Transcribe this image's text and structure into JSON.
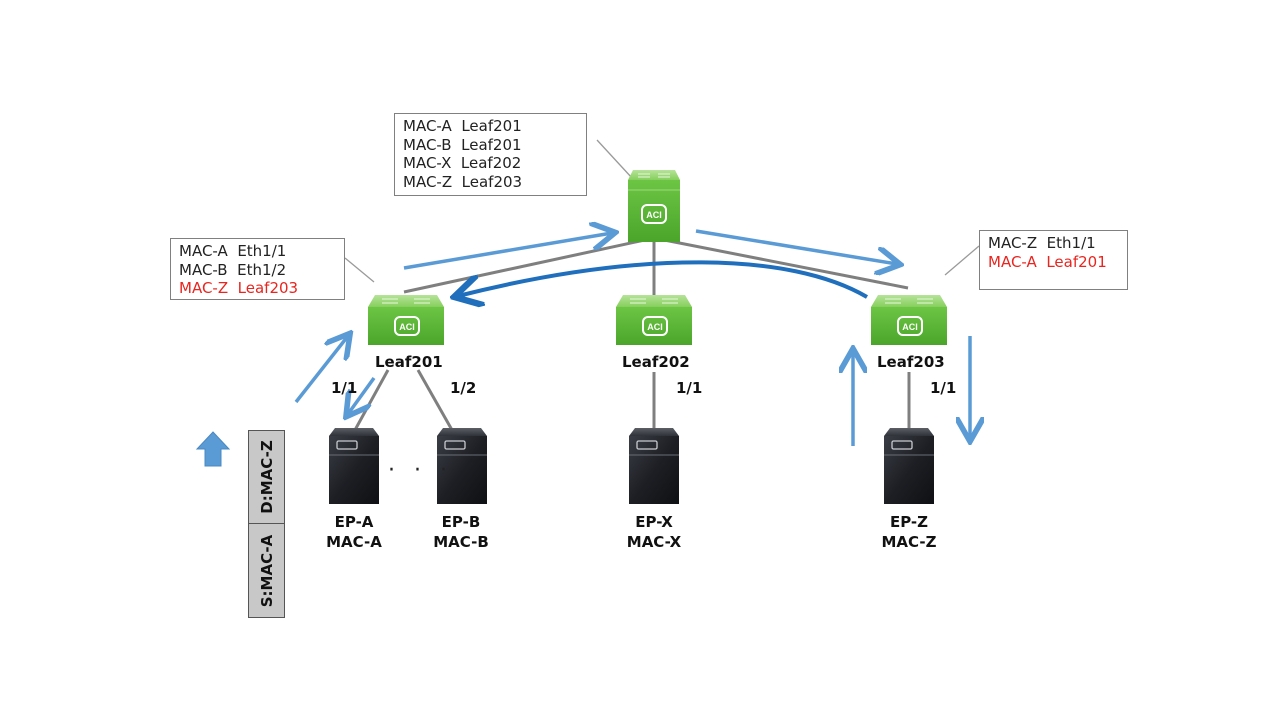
{
  "spine_table": {
    "rows": [
      {
        "mac": "MAC-A",
        "loc": "Leaf201",
        "color": "#222222"
      },
      {
        "mac": "MAC-B",
        "loc": "Leaf201",
        "color": "#222222"
      },
      {
        "mac": "MAC-X",
        "loc": "Leaf202",
        "color": "#222222"
      },
      {
        "mac": "MAC-Z",
        "loc": "Leaf203",
        "color": "#222222"
      }
    ]
  },
  "leaf201_table": {
    "rows": [
      {
        "mac": "MAC-A",
        "loc": "Eth1/1",
        "color": "#222222"
      },
      {
        "mac": "MAC-B",
        "loc": "Eth1/2",
        "color": "#222222"
      },
      {
        "mac": "MAC-Z",
        "loc": "Leaf203",
        "color": "#e8251f"
      }
    ]
  },
  "leaf203_table": {
    "rows": [
      {
        "mac": "MAC-Z",
        "loc": "Eth1/1",
        "color": "#222222"
      },
      {
        "mac": "MAC-A",
        "loc": "Leaf201",
        "color": "#e8251f"
      }
    ]
  },
  "switch_badge": "ACI",
  "leaves": [
    "Leaf201",
    "Leaf202",
    "Leaf203"
  ],
  "ports": {
    "leaf201_a": "1/1",
    "leaf201_b": "1/2",
    "leaf202": "1/1",
    "leaf203": "1/1"
  },
  "endpoints": [
    {
      "name": "EP-A",
      "mac": "MAC-A"
    },
    {
      "name": "EP-B",
      "mac": "MAC-B"
    },
    {
      "name": "EP-X",
      "mac": "MAC-X"
    },
    {
      "name": "EP-Z",
      "mac": "MAC-Z"
    }
  ],
  "ellipsis": "· · ·",
  "frame": {
    "dst": "D:MAC-Z",
    "src": "S:MAC-A"
  },
  "colors": {
    "switch_green": "#6cc04a",
    "arrow_light": "#5b9bd5",
    "arrow_dark": "#1f6fbd",
    "link_gray": "#7f7f7f",
    "learned_red": "#e8251f"
  }
}
